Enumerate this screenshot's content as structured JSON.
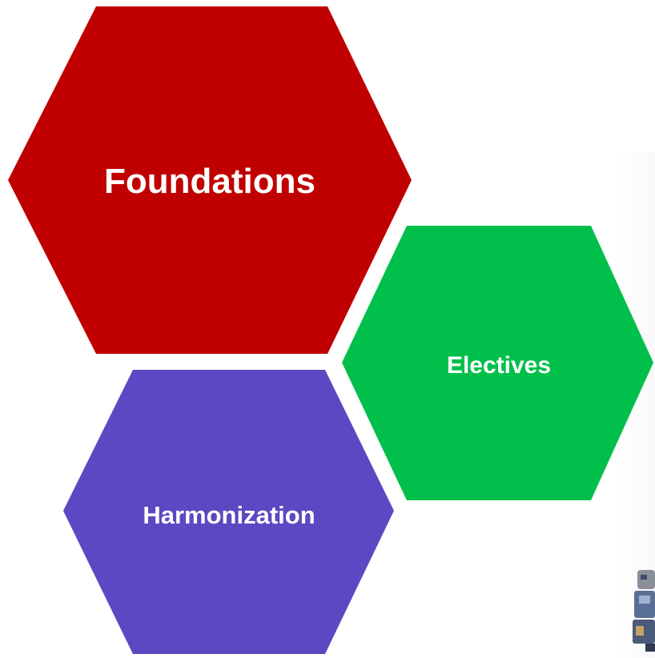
{
  "diagram": {
    "hexagons": [
      {
        "id": "foundations",
        "label": "Foundations",
        "color": "#c00000"
      },
      {
        "id": "electives",
        "label": "Electives",
        "color": "#00c04b"
      },
      {
        "id": "harmonization",
        "label": "Harmonization",
        "color": "#5b48c2"
      }
    ]
  },
  "decor": {
    "corner_image": "robot-figure-partial"
  }
}
